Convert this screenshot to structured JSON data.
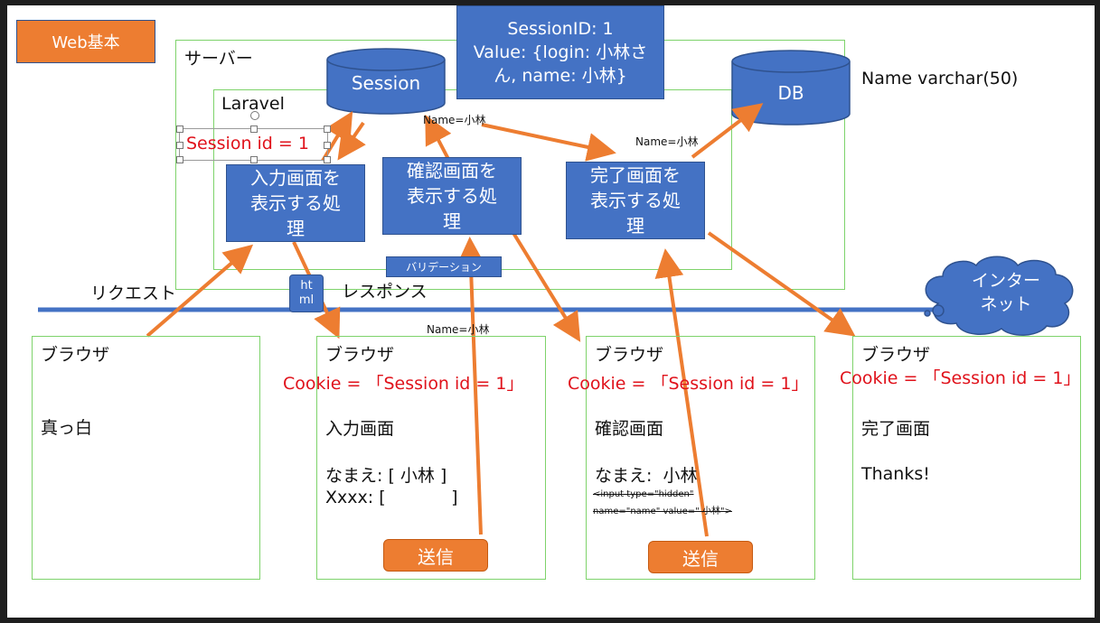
{
  "badge": "Web基本",
  "session_info": {
    "line1": "SessionID: 1",
    "line2": "Value: {login: 小林さ",
    "line3": "ん, name: 小林}"
  },
  "labels": {
    "server": "サーバー",
    "laravel": "Laravel",
    "name_varchar": "Name varchar(50)",
    "request": "リクエスト",
    "response": "レスポンス",
    "session_id_label": "Session id = 1",
    "name_top": "Name=小林",
    "name_db": "Name=小林",
    "name_mid": "Name=小林"
  },
  "cylinders": {
    "session": "Session",
    "db": "DB"
  },
  "processes": {
    "input": {
      "line1": "入力画面を",
      "line2": "表示する処",
      "line3": "理"
    },
    "confirm": {
      "line1": "確認画面を",
      "line2": "表示する処",
      "line3": "理"
    },
    "complete": {
      "line1": "完了画面を",
      "line2": "表示する処",
      "line3": "理"
    }
  },
  "validation": "バリデーション",
  "html_box": {
    "line1": "ht",
    "line2": "ml"
  },
  "cloud": {
    "line1": "インター",
    "line2": "ネット"
  },
  "browsers": [
    {
      "title": "ブラウザ",
      "body": "真っ白"
    },
    {
      "title": "ブラウザ",
      "cookie": "Cookie = 「Session id = 1」",
      "screen": "入力画面",
      "field1": "なまえ: [ 小林 ]",
      "field2": "Xxxx: [            ]",
      "button": "送信"
    },
    {
      "title": "ブラウザ",
      "cookie": "Cookie = 「Session id = 1」",
      "screen": "確認画面",
      "field1": "なまえ:  小林",
      "hidden1": "<input type=\"hidden\"",
      "hidden2": "name=\"name\" value=\" 小林\">",
      "button": "送信"
    },
    {
      "title": "ブラウザ",
      "cookie": "Cookie = 「Session id = 1」",
      "screen": "完了画面",
      "body": "Thanks!"
    }
  ],
  "colors": {
    "accent_orange": "#ed7d31",
    "box_blue": "#4472c4",
    "frame_green": "#7ed36b",
    "cookie_red": "#e0121b",
    "line_blue": "#4472c4"
  }
}
